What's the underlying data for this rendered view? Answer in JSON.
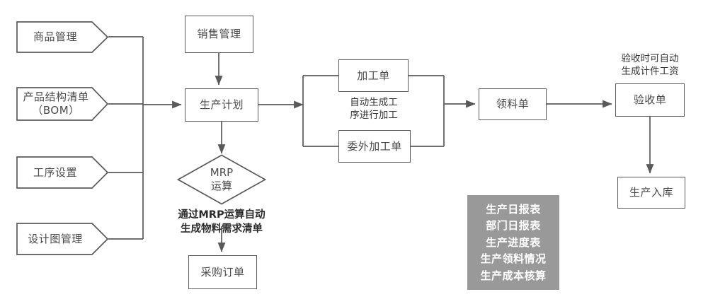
{
  "diagram": {
    "type": "flowchart",
    "title_text": "",
    "colors": {
      "stroke": "#5a5a5a",
      "node_text": "#4a4a4a",
      "caption_text": "#333333",
      "reports_bg": "#999999",
      "reports_text": "#ffffff",
      "background": "#ffffff"
    },
    "inputs": [
      {
        "id": "goods",
        "label": "商品管理"
      },
      {
        "id": "bom",
        "label": "产品结构清单\n（BOM）",
        "line1": "产品结构清单",
        "line2": "（BOM）"
      },
      {
        "id": "process",
        "label": "工序设置"
      },
      {
        "id": "design",
        "label": "设计图管理"
      }
    ],
    "nodes": {
      "sales": "销售管理",
      "plan": "生产计划",
      "mrp_line1": "MRP",
      "mrp_line2": "运算",
      "purchase": "采购订单",
      "work_order": "加工单",
      "outsource_order": "委外加工单",
      "material_req": "领料单",
      "acceptance": "验收单",
      "stock_in": "生产入库"
    },
    "captions": {
      "mrp_note": "通过MRP运算自动\n生成物料需求清单",
      "process_note": "自动生成工\n序进行加工",
      "acceptance_note": "验收时可自动\n生成计件工资"
    },
    "reports": {
      "items": [
        "生产日报表",
        "部门日报表",
        "生产进度表",
        "生产领料情况",
        "生产成本核算"
      ]
    }
  }
}
